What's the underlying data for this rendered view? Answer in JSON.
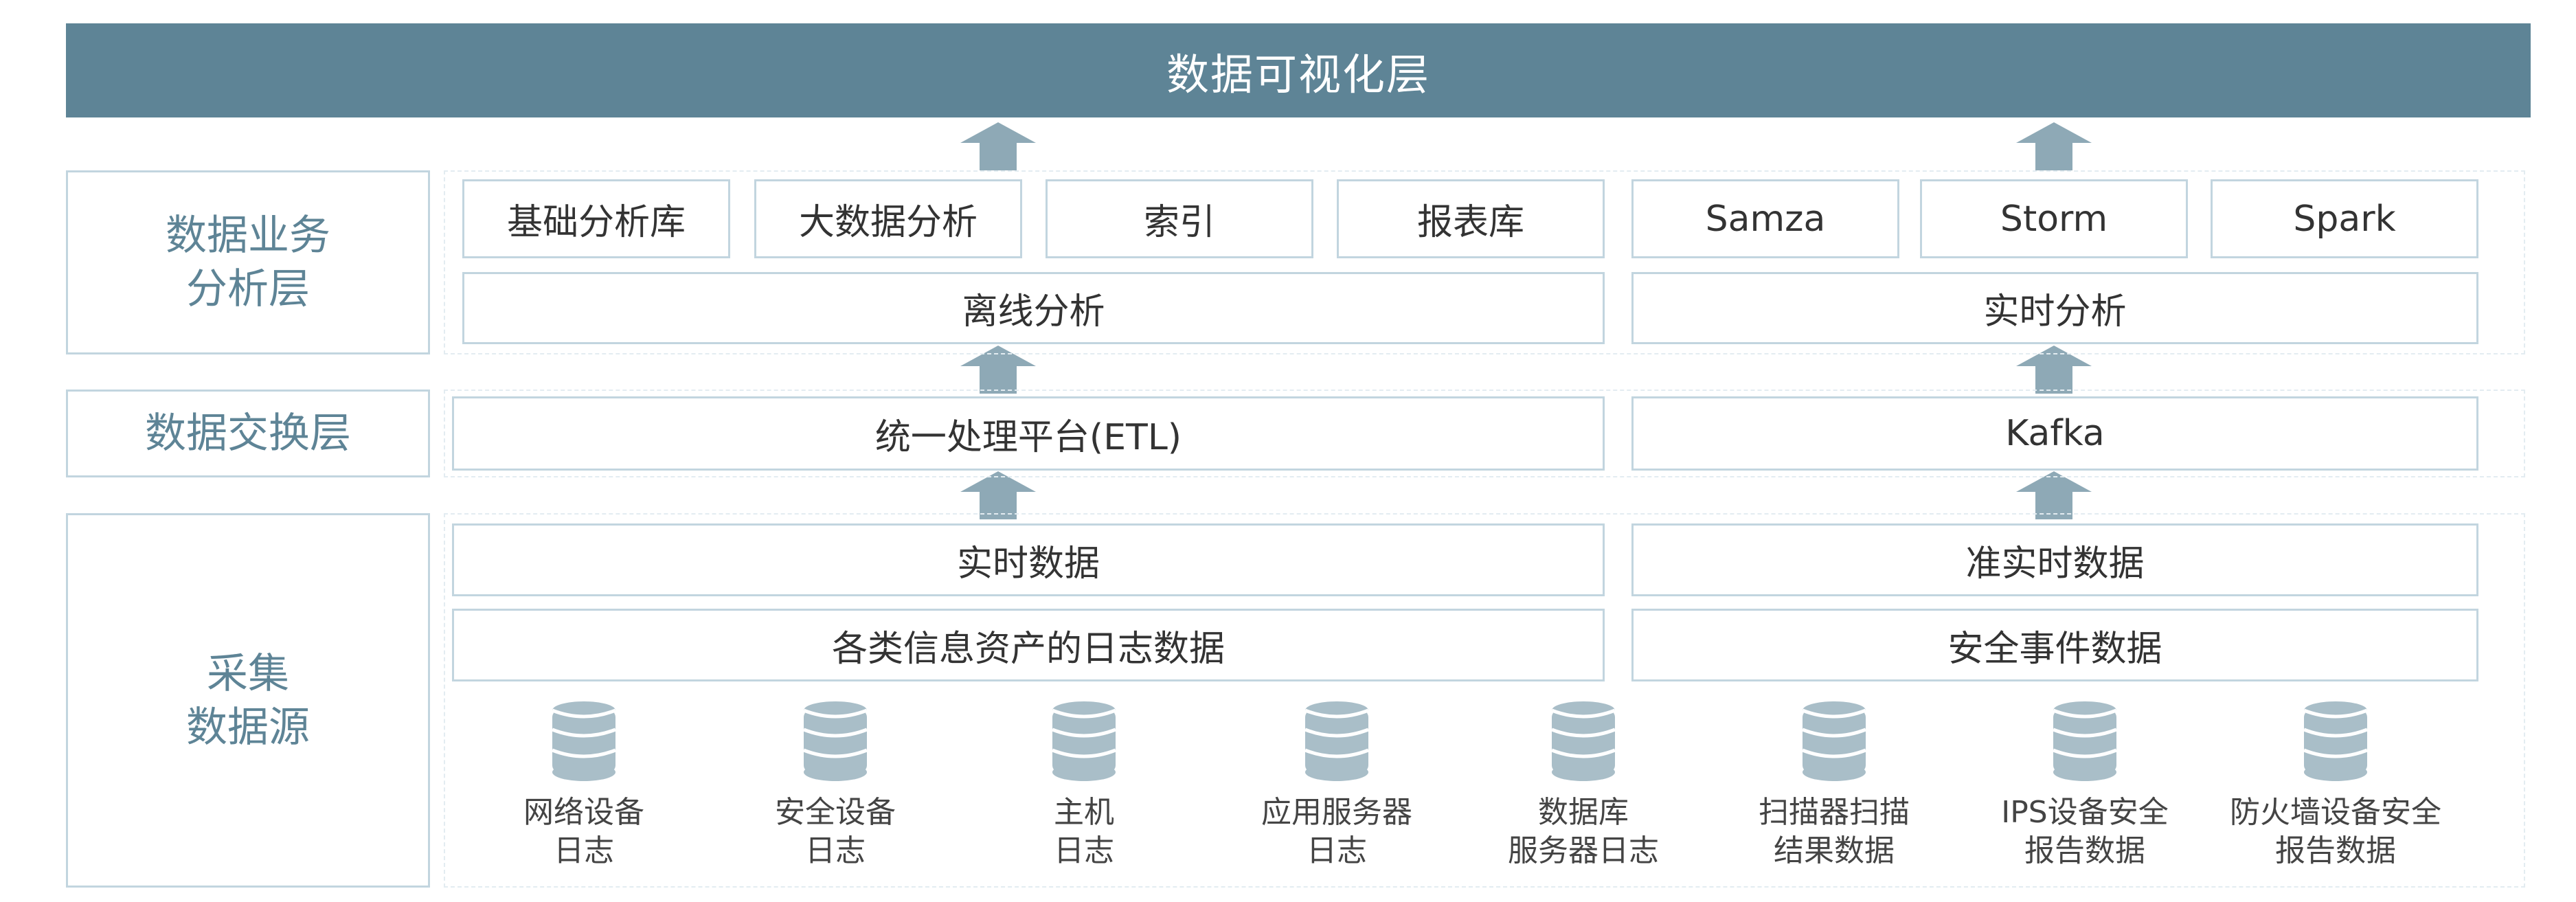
{
  "header": {
    "title": "数据可视化层"
  },
  "layers": {
    "analysis": "数据业务\n分析层",
    "exchange": "数据交换层",
    "source": "采集\n数据源"
  },
  "analysis": {
    "tools_left": [
      "基础分析库",
      "大数据分析",
      "索引",
      "报表库"
    ],
    "tools_right": [
      "Samza",
      "Storm",
      "Spark"
    ],
    "offline": "离线分析",
    "realtime": "实时分析"
  },
  "exchange": {
    "etl": "统一处理平台(ETL)",
    "kafka": "Kafka"
  },
  "source": {
    "realtime_data": "实时数据",
    "near_realtime_data": "准实时数据",
    "asset_logs": "各类信息资产的日志数据",
    "security_events": "安全事件数据",
    "databases": [
      "网络设备\n日志",
      "安全设备\n日志",
      "主机\n日志",
      "应用服务器\n日志",
      "数据库\n服务器日志",
      "扫描器扫描\n结果数据",
      "IPS设备安全\n报告数据",
      "防火墙设备安全\n报告数据"
    ]
  },
  "colors": {
    "header_bg": "#5e8496",
    "border": "#c2d5df",
    "arrow": "#8ea9b6",
    "db_icon": "#a9bec8"
  },
  "icons": {
    "arrow": "up-arrow-icon",
    "database": "database-icon"
  }
}
